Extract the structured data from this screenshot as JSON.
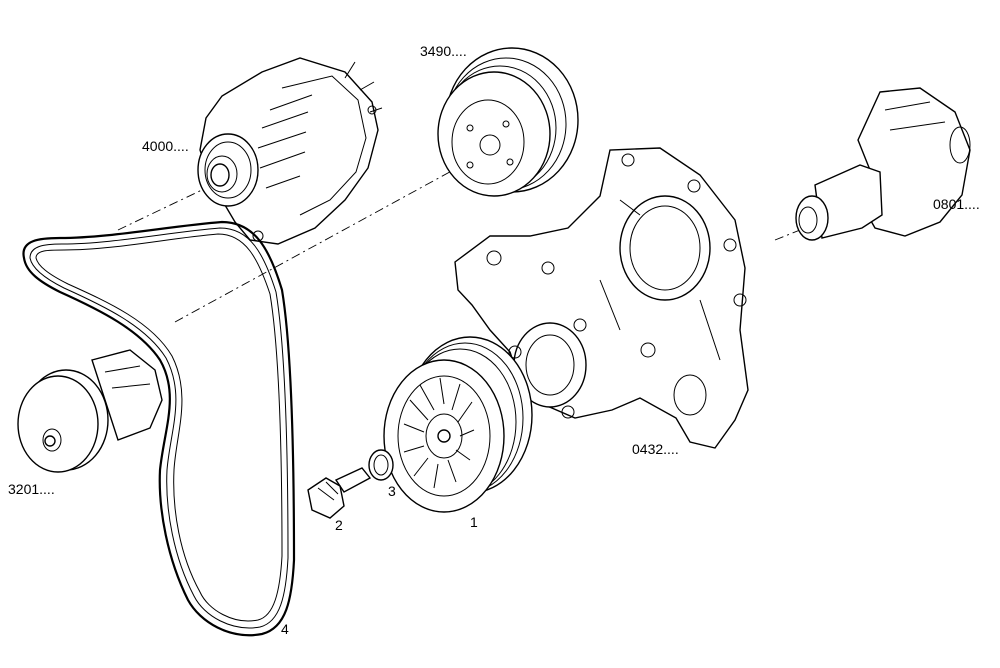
{
  "labels": {
    "alternator": "4000....",
    "pump_pulley": "3490....",
    "crankshaft": "0801....",
    "tensioner": "3201....",
    "timing_cover": "0432....",
    "pulley": "1",
    "bolt": "2",
    "washer": "3",
    "belt": "4"
  }
}
